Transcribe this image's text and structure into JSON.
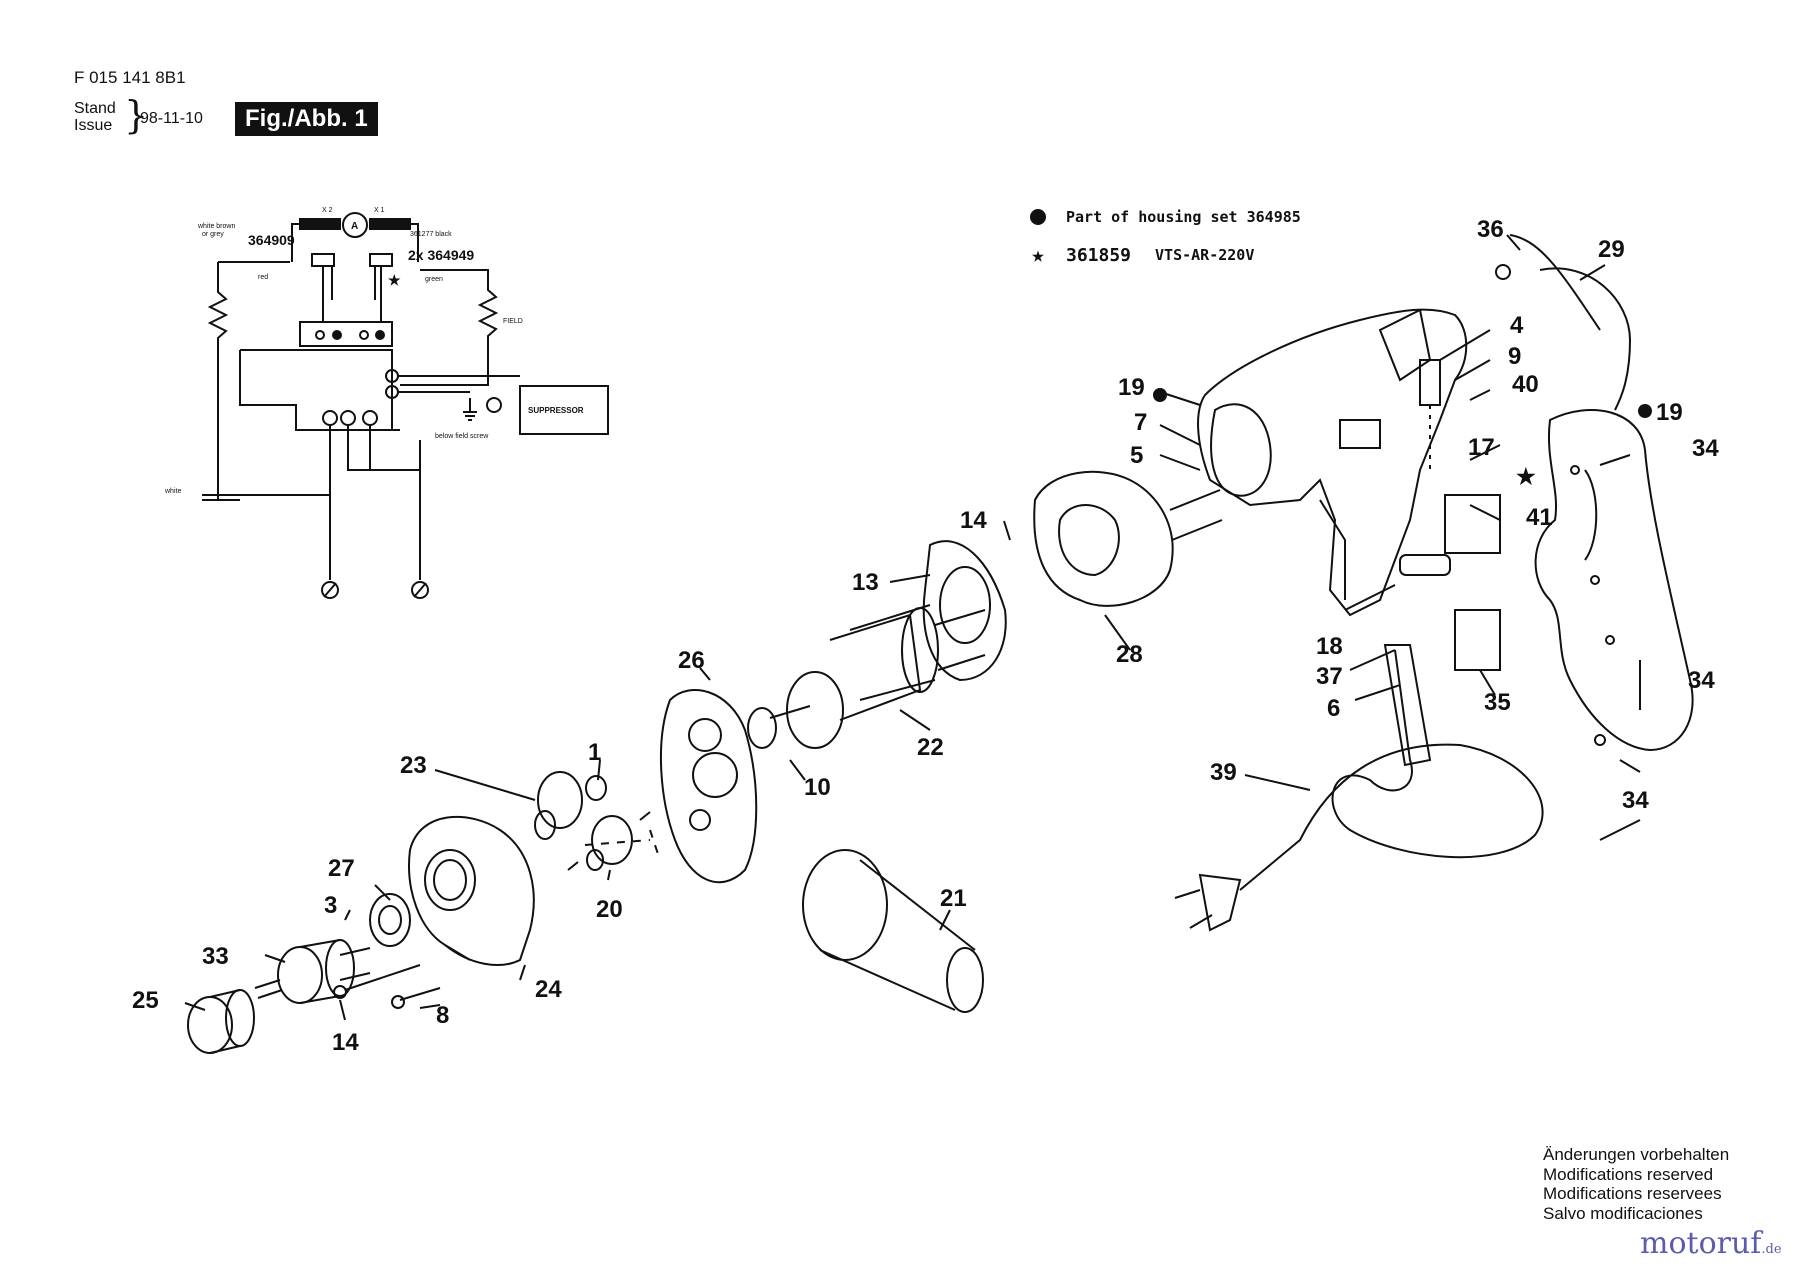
{
  "header": {
    "document_number": "F 015 141 8B1",
    "stand_label": "Stand",
    "issue_label": "Issue",
    "issue_date": "98-11-10",
    "figure_label": "Fig./Abb. 1"
  },
  "legend": {
    "housing_text": "Part of housing set 364985",
    "switch_code": "361859",
    "switch_text": "VTS-AR-220V"
  },
  "wiring": {
    "wire_white_brown": "white brown",
    "wire_or_grey": "or grey",
    "code_left": "364909",
    "code_right": "2x 364949",
    "code_black": "361277 black",
    "x2": "X 2",
    "x1": "X 1",
    "ammeter": "A",
    "red": "red",
    "green": "green",
    "field": "FIELD",
    "white": "white",
    "suppressor": "SUPPRESSOR",
    "below_field_screw": "below field screw",
    "star": "★"
  },
  "part_labels": [
    "36",
    "29",
    "4",
    "9",
    "40",
    "19",
    "19",
    "7",
    "5",
    "17",
    "14",
    "41",
    "34",
    "13",
    "28",
    "18",
    "37",
    "34",
    "26",
    "35",
    "6",
    "1",
    "23",
    "22",
    "10",
    "39",
    "34",
    "27",
    "21",
    "3",
    "20",
    "33",
    "24",
    "25",
    "8",
    "14"
  ],
  "notes": [
    "Änderungen vorbehalten",
    "Modifications reserved",
    "Modifications reservees",
    "Salvo modificaciones"
  ],
  "watermark": {
    "brand": "motoruf",
    "tld": ".de",
    "color": "#5b5bb0"
  }
}
